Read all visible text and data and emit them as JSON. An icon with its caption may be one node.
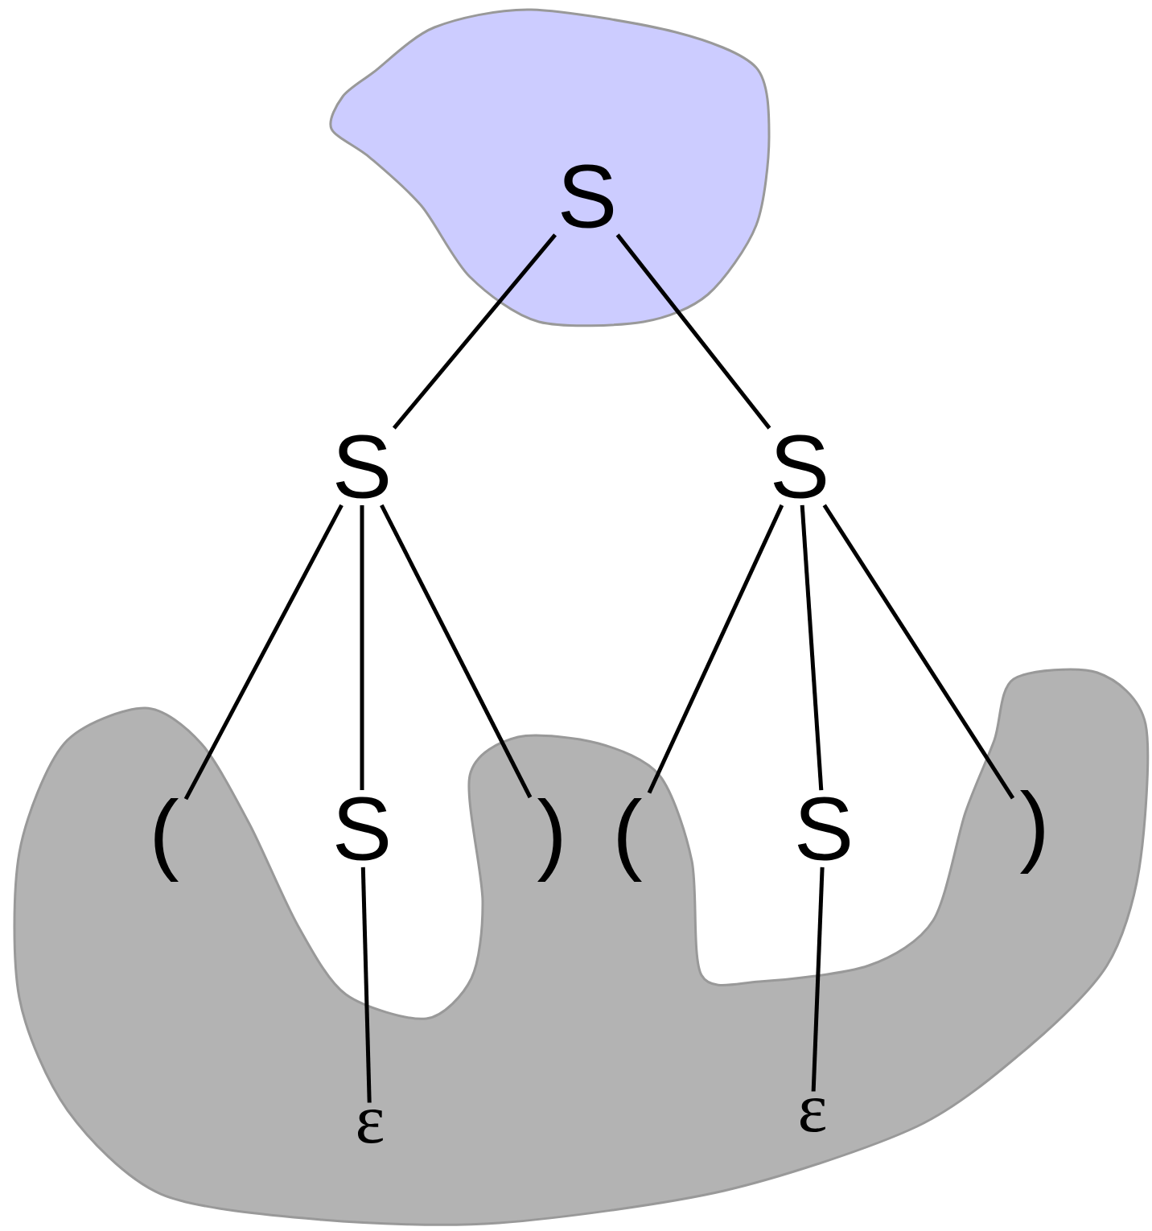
{
  "diagram": {
    "nodes": [
      {
        "text": [
          "S"
        ]
      },
      {
        "text": [
          "S"
        ]
      },
      {
        "text": [
          "S"
        ]
      },
      {
        "text": [
          "("
        ]
      },
      {
        "text": [
          "S"
        ]
      },
      {
        "text": [
          ")"
        ]
      },
      {
        "text": [
          "("
        ]
      },
      {
        "text": [
          "S"
        ]
      },
      {
        "text": [
          ")"
        ]
      },
      {
        "text": [
          "ε"
        ]
      },
      {
        "text": [
          "ε"
        ]
      }
    ],
    "edges": [
      {
        "from": 0,
        "to": 1,
        "arrow": "none"
      },
      {
        "from": 0,
        "to": 2,
        "arrow": "none"
      },
      {
        "from": 1,
        "to": 3,
        "arrow": "none"
      },
      {
        "from": 1,
        "to": 4,
        "arrow": "none"
      },
      {
        "from": 1,
        "to": 5,
        "arrow": "none"
      },
      {
        "from": 2,
        "to": 6,
        "arrow": "none"
      },
      {
        "from": 2,
        "to": 7,
        "arrow": "none"
      },
      {
        "from": 2,
        "to": 8,
        "arrow": "none"
      },
      {
        "from": 4,
        "to": 9,
        "arrow": "none"
      },
      {
        "from": 7,
        "to": 10,
        "arrow": "none"
      }
    ]
  }
}
